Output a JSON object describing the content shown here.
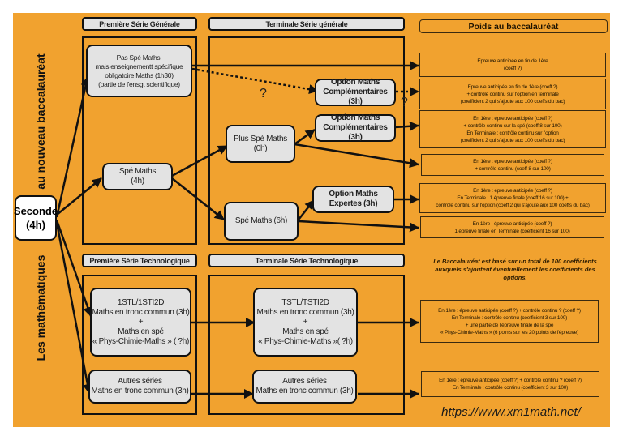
{
  "colors": {
    "background": "#F1A22F",
    "node_fill": "#e3e3e3",
    "line": "#111111"
  },
  "side_labels": {
    "top": "au nouveau baccalauréat",
    "bottom": "Les mathématiques"
  },
  "start_node": {
    "line1": "Seconde",
    "line2": "(4h)"
  },
  "headers": {
    "premiere_generale": "Première Série Générale",
    "terminale_generale": "Terminale Série générale",
    "poids": "Poids au baccalauréat",
    "premiere_techno": "Première Série Technologique",
    "terminale_techno": "Terminale Série Technologique"
  },
  "nodes": {
    "pas_spe": [
      "Pas Spé Maths,",
      "mais enseignementt spécifique",
      "obligatoire Maths (1h30)",
      "(partie de l'ensgt scientifique)"
    ],
    "spe_maths_4h": [
      "Spé Maths",
      "(4h)"
    ],
    "option_comp_dotted": [
      "Option Maths",
      "Complémentaires (3h)"
    ],
    "plus_spe_0h": [
      "Plus Spé Maths (0h)"
    ],
    "option_comp": [
      "Option Maths",
      "Complémentaires (3h)"
    ],
    "spe_maths_6h": [
      "Spé Maths (6h)"
    ],
    "option_expertes": [
      "Option Maths",
      "Expertes (3h)"
    ],
    "stl_premiere": [
      "1STL/1STI2D",
      "Maths en tronc commun (3h)",
      "+",
      "Maths en spé",
      "« Phys-Chimie-Maths » ( ?h)"
    ],
    "autres_premiere": [
      "Autres séries",
      "Maths en tronc commun (3h)"
    ],
    "stl_terminale": [
      "TSTL/TSTI2D",
      "Maths en tronc commun (3h)",
      "+",
      "Maths en spé",
      "« Phys-Chimie-Maths »( ?h)"
    ],
    "autres_terminale": [
      "Autres séries",
      "Maths en tronc commun (3h)"
    ]
  },
  "question_marks": [
    "?",
    "?"
  ],
  "results": [
    [
      "Epreuve anticipée en fin de 1ère",
      "(coeff ?)"
    ],
    [
      "Epreuve anticipée en fin de 1ère (coeff ?)",
      "+ contrôle continu sur l'option en terminale",
      "(coefficient 2 qui s'ajoute aux 100 coeffs du bac)"
    ],
    [
      "En 1ère : épreuve anticipée (coeff ?)",
      "+ contrôle continu sur la spé (coeff 8 sur 100)",
      "En Terminale : contrôle continu sur l'option",
      "(coefficient 2 qui s'ajoute aux 100 coeffs du bac)"
    ],
    [
      "En 1ère : épreuve anticipée (coeff ?)",
      "+ contrôle continu (coeff 8 sur 100)"
    ],
    [
      "En 1ère : épreuve anticipée (coeff ?)",
      "En Terminale : 1 épreuve finale (coeff 16 sur 100) +",
      "contrôle continu sur l'option (coeff 2 qui s'ajoute aux 100 coeffs du bac)"
    ],
    [
      "En 1ère : épreuve anticipée (coeff ?)",
      "1 épreuve finale en Terminale (coefficient 16 sur 100)"
    ],
    [
      "En 1ère : épreuve anticipée (coeff ?) + contrôle continu ? (coeff ?)",
      "En Terminale : contrôle continu (coefficient 3 sur 100)",
      "+ une partie de l'épreuve finale de la spé",
      "« Phys-Chimie-Maths » (6 points sur les 20 points de l'épreuve)"
    ],
    [
      "En 1ère : épreuve anticipée (coeff ?) + contrôle continu ? (coeff ?)",
      "En Terminale : contrôle continu (coefficient 3 sur 100)"
    ]
  ],
  "note": [
    "Le Baccalauréat est basé sur un total de 100 coefficients",
    "auxquels s'ajoutent éventuellement les coefficients des",
    "options."
  ],
  "url": "https://www.xm1math.net/"
}
